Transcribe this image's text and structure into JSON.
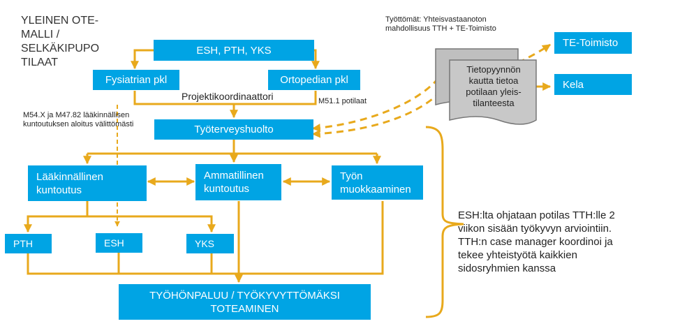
{
  "title": "YLEINEN OTE-\nMALLI /\nSELKÄKIPUPO\nTILAAT",
  "unemployed_note": "Työttömät: Yhteisvastaanoton\nmahdollisuus TTH + TE-Toimisto",
  "nodes": {
    "esh_pth_yks": "ESH, PTH, YKS",
    "fysiatrian": "Fysiatrian pkl",
    "ortopedian": "Ortopedian pkl",
    "projektikoordinaattori": "Projektikoordinaattori",
    "m51": "M51.1 potilaat",
    "m54": "M54.X ja M47.82 lääkinnällisen\nkuntoutuksen aloitus välittömästi",
    "tyoterveyshuolto": "Työterveyshuolto",
    "laakinnallinen": "Lääkinnällinen\nkuntoutus",
    "ammatillinen": "Ammatillinen\nkuntoutus",
    "tyon_muokkaaminen": "Työn\nmuokkaaminen",
    "pth": "PTH",
    "esh": "ESH",
    "yks": "YKS",
    "tyohonpaluu": "TYÖHÖNPALUU / TYÖKYVYTTÖMÄKSI\nTOTEAMINEN",
    "te_toimisto": "TE-Toimisto",
    "kela": "Kela",
    "tietopyynto": "Tietopyynnön\nkautta tietoa\npotilaan yleis-\ntilanteesta"
  },
  "summary": "ESH:lta ohjataan potilas TTH:lle 2\nviikon sisään työkyvyn arviointiin.\nTTH:n case manager koordinoi  ja\ntekee yhteistyötä kaikkien\nsidosryhmien kanssa",
  "colors": {
    "box": "#00a4e4",
    "box_text": "#ffffff",
    "connector": "#e8a91c",
    "document_fill": "#bfbfbf",
    "document_stroke": "#777777"
  }
}
